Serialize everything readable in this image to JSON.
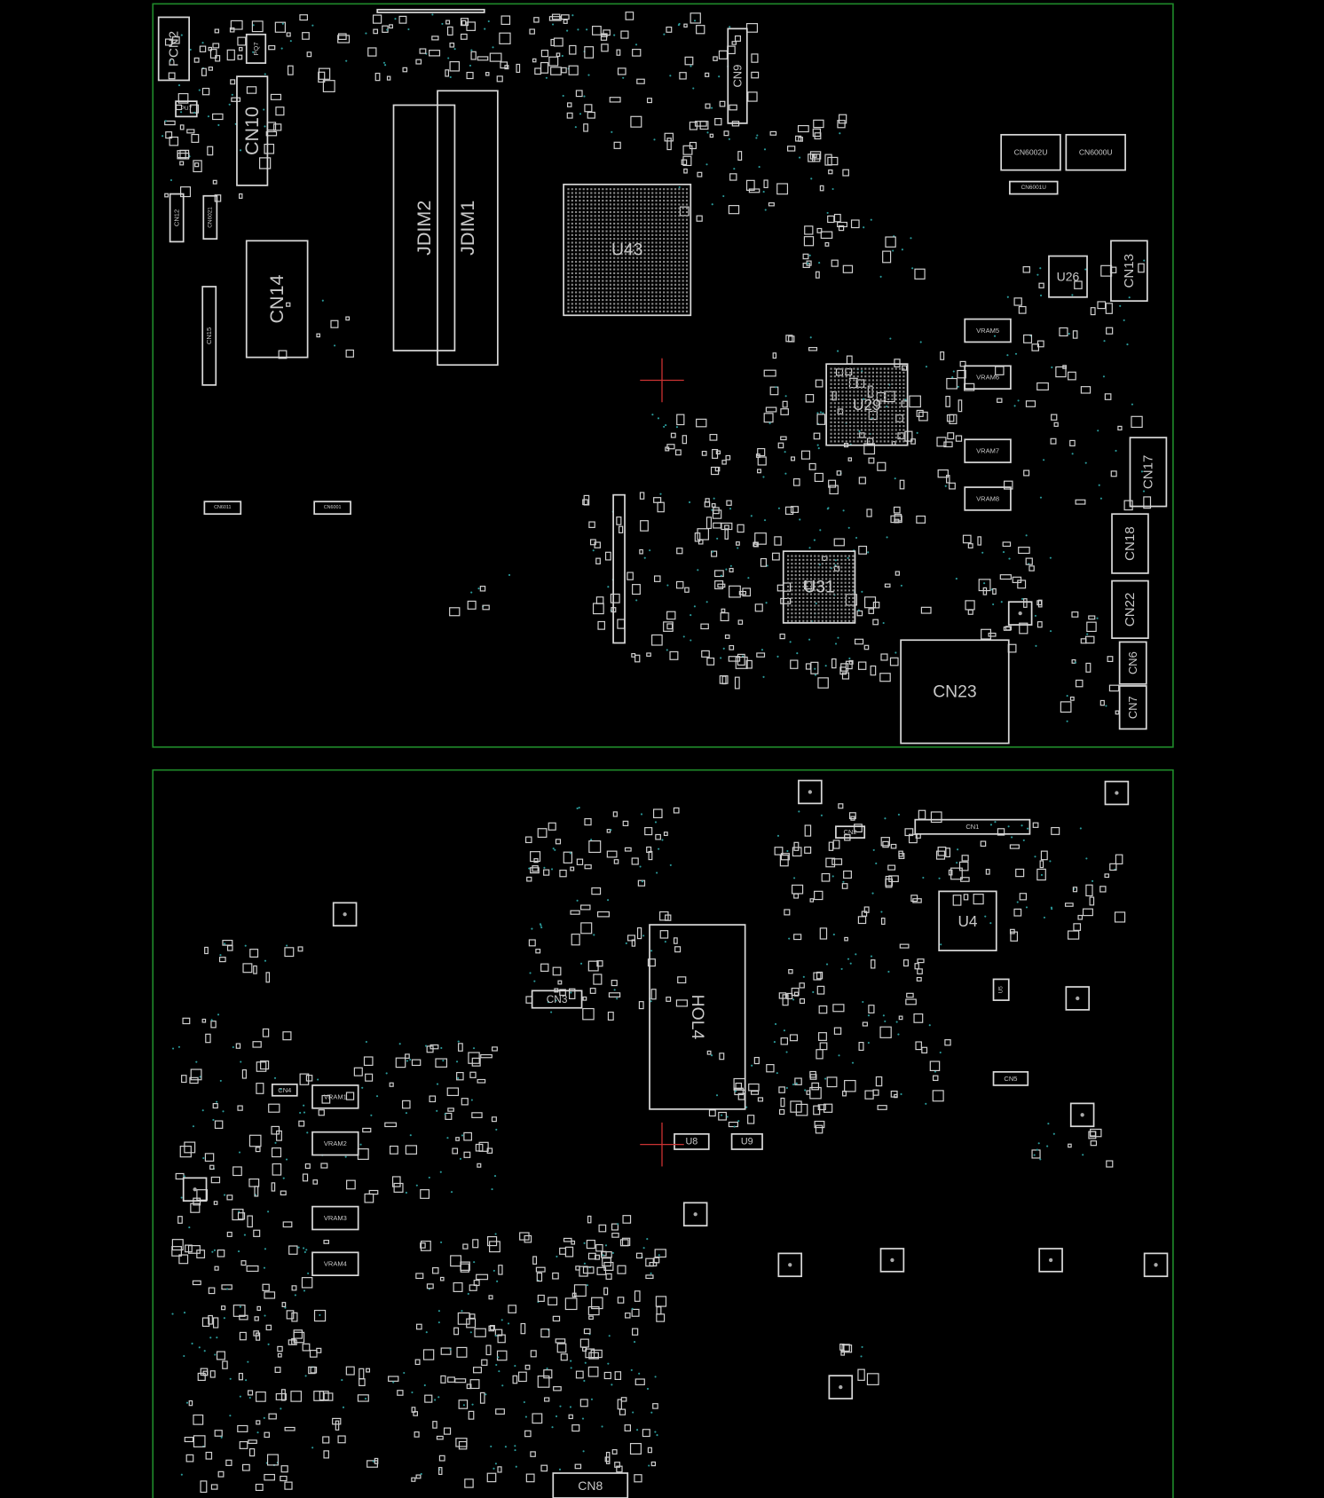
{
  "colors": {
    "background": "#000000",
    "board_outline": "#1f8a2a",
    "silkscreen": "#d8d8d8",
    "vias": "#2a9a9a"
  },
  "top_side": {
    "components": [
      {
        "ref": "PCN2"
      },
      {
        "ref": "PQ7"
      },
      {
        "ref": "PU7"
      },
      {
        "ref": "CN10"
      },
      {
        "ref": "CN12"
      },
      {
        "ref": "CN6021"
      },
      {
        "ref": "CN14"
      },
      {
        "ref": "CN15"
      },
      {
        "ref": "JDIM2"
      },
      {
        "ref": "JDIM1"
      },
      {
        "ref": "U43"
      },
      {
        "ref": "CN9"
      },
      {
        "ref": "CN6002U"
      },
      {
        "ref": "CN6000U"
      },
      {
        "ref": "CN6001U"
      },
      {
        "ref": "U26"
      },
      {
        "ref": "CN13"
      },
      {
        "ref": "U29"
      },
      {
        "ref": "VRAM5"
      },
      {
        "ref": "VRAM6"
      },
      {
        "ref": "VRAM7"
      },
      {
        "ref": "VRAM8"
      },
      {
        "ref": "CN17"
      },
      {
        "ref": "CN18"
      },
      {
        "ref": "CN22"
      },
      {
        "ref": "CN6"
      },
      {
        "ref": "CN7"
      },
      {
        "ref": "U31"
      },
      {
        "ref": "CN23"
      },
      {
        "ref": "CN6011"
      },
      {
        "ref": "CN6001"
      }
    ]
  },
  "bottom_side": {
    "components": [
      {
        "ref": "CN1"
      },
      {
        "ref": "CN2"
      },
      {
        "ref": "U4"
      },
      {
        "ref": "U5"
      },
      {
        "ref": "CN3"
      },
      {
        "ref": "HOL4"
      },
      {
        "ref": "U8"
      },
      {
        "ref": "U9"
      },
      {
        "ref": "CN4"
      },
      {
        "ref": "VRAM1"
      },
      {
        "ref": "VRAM2"
      },
      {
        "ref": "VRAM3"
      },
      {
        "ref": "VRAM4"
      },
      {
        "ref": "CN5"
      },
      {
        "ref": "CN8"
      }
    ]
  }
}
